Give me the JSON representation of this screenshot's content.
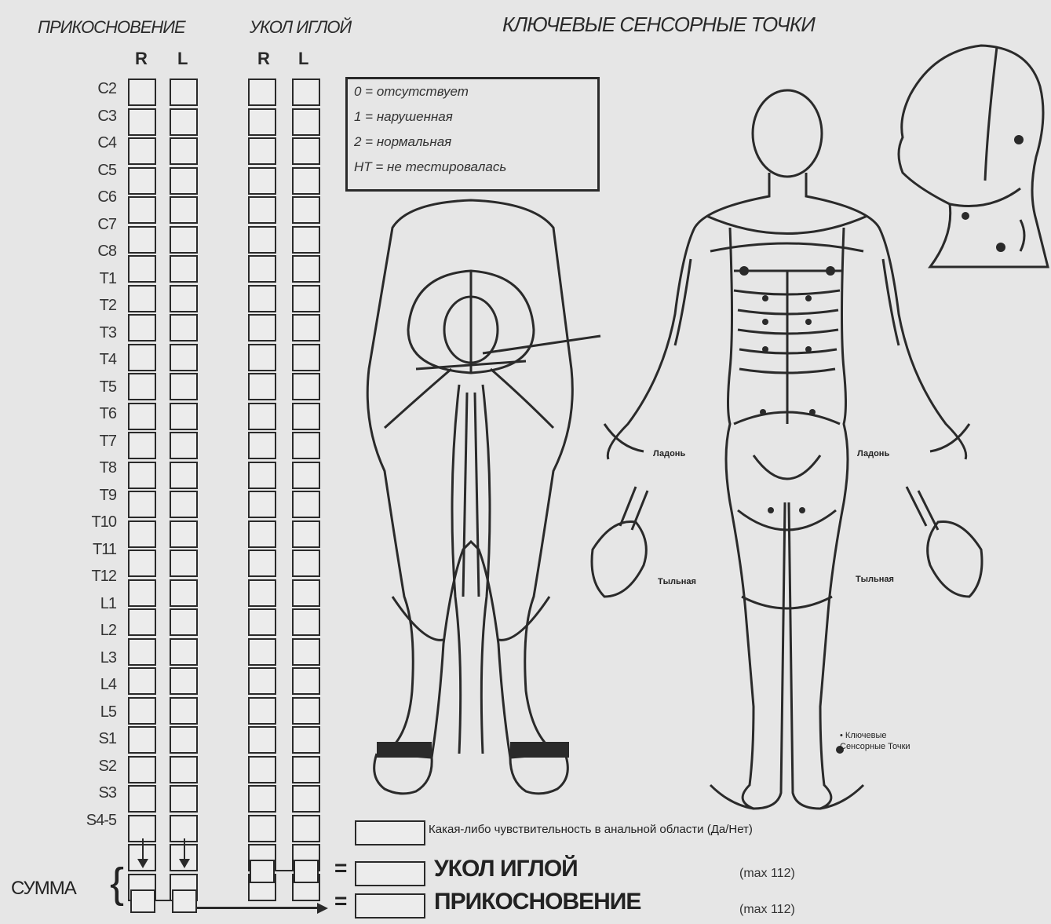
{
  "headers": {
    "touch": "ПРИКОСНОВЕНИЕ",
    "pin": "УКОЛ ИГЛОЙ",
    "key_points": "КЛЮЧЕВЫЕ СЕНСОРНЫЕ ТОЧКИ"
  },
  "columns": {
    "touch_r": "R",
    "touch_l": "L",
    "pin_r": "R",
    "pin_l": "L"
  },
  "levels": [
    "C2",
    "C3",
    "C4",
    "C5",
    "C6",
    "C7",
    "C8",
    "T1",
    "T2",
    "T3",
    "T4",
    "T5",
    "T6",
    "T7",
    "T8",
    "T9",
    "T10",
    "T11",
    "T12",
    "L1",
    "L2",
    "L3",
    "L4",
    "L5",
    "S1",
    "S2",
    "S3",
    "S4-5"
  ],
  "legend": {
    "line0": "0 = отсутствует",
    "line1": "1 = нарушенная",
    "line2": "2 = нормальная",
    "line3": "НТ = не тестировалась"
  },
  "anal": "Какая-либо чувствительность в анальной области (Да/Нет)",
  "pin_total": "УКОЛ ИГЛОЙ",
  "touch_total": "ПРИКОСНОВЕНИЕ",
  "pin_max": "(max 112)",
  "touch_max": "(max 112)",
  "sum": "СУММА",
  "body": {
    "palm_left": "Ладонь",
    "palm_right": "Ладонь",
    "dorsum_left": "Тыльная",
    "dorsum_right": "Тыльная",
    "key_points_note": "Ключевые Сенсорные Точки"
  }
}
